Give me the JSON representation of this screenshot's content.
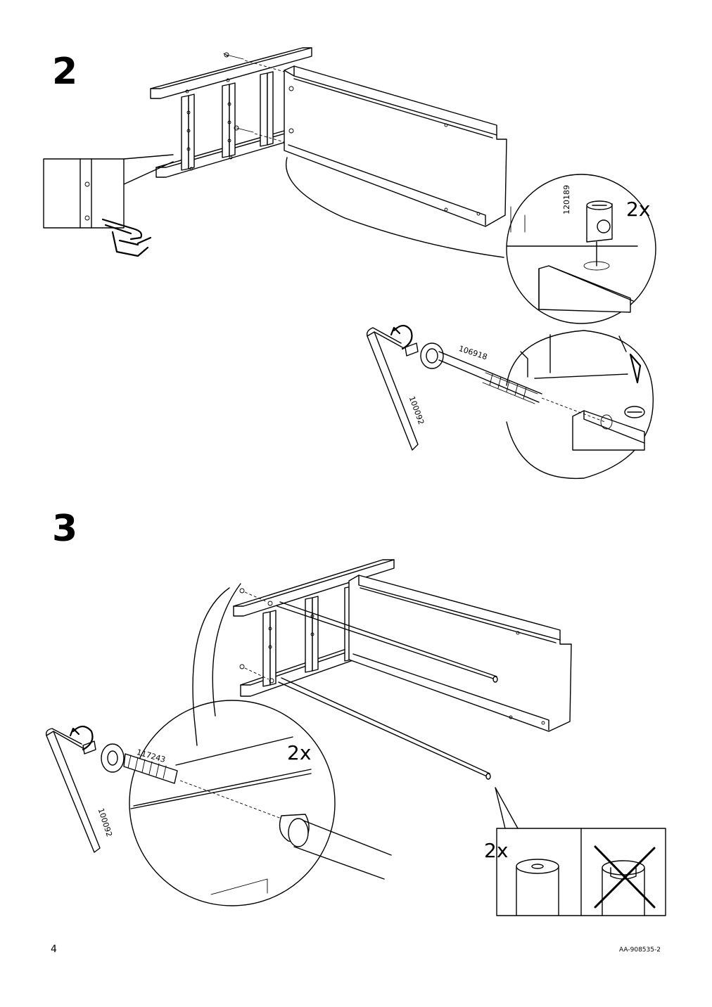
{
  "steps": [
    {
      "number": "2"
    },
    {
      "number": "3"
    }
  ],
  "labels": {
    "qty_cam": "2x",
    "qty_bolt": "2x",
    "qty_rod": "2x",
    "part_cam": "120189",
    "part_bolt_step2": "106918",
    "part_key_step2": "100092",
    "part_bolt_step3": "117243",
    "part_key_step3": "100092"
  },
  "footer": {
    "page_number": "4",
    "doc_code": "AA-908535-2"
  },
  "icons": [
    "pointing-hand-icon",
    "rotate-arrow-icon",
    "cross-out-icon"
  ]
}
